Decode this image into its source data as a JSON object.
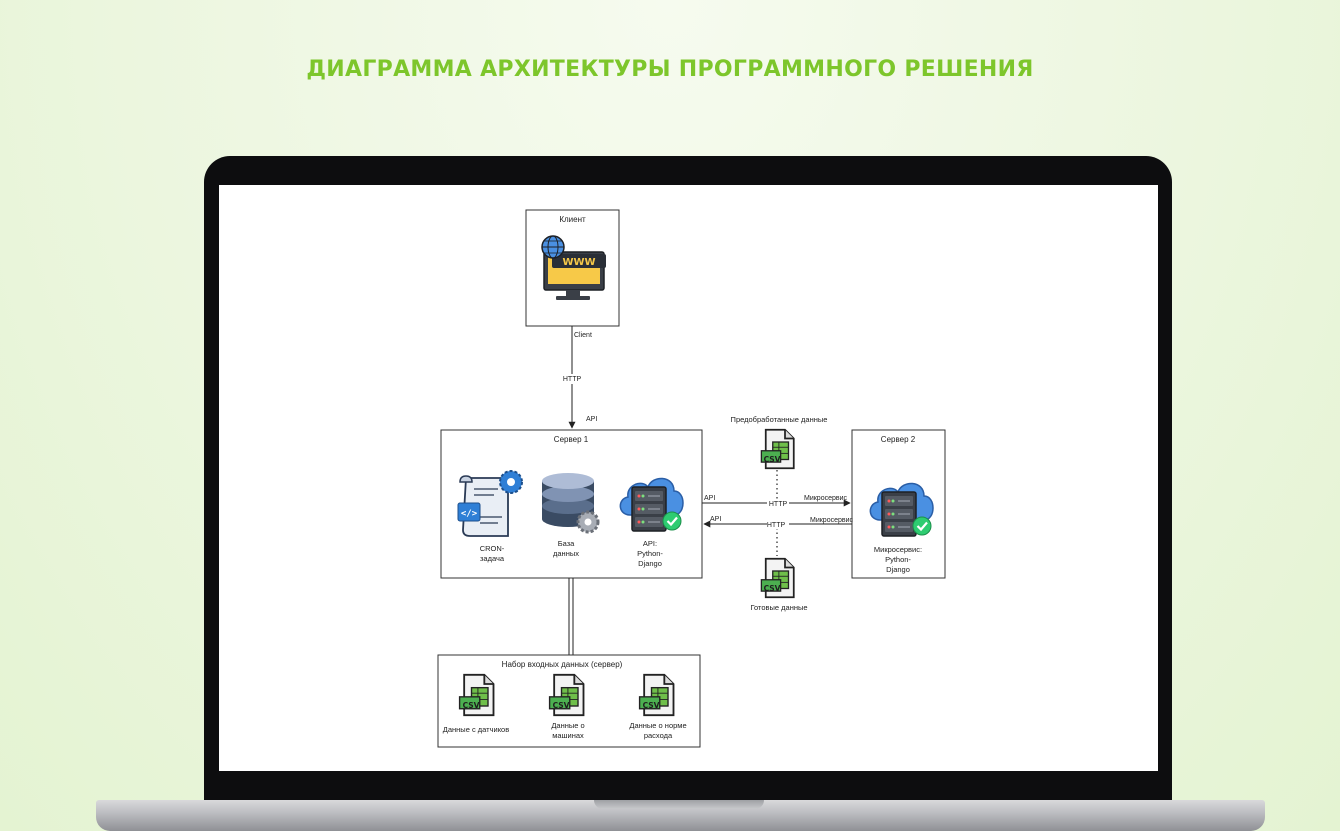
{
  "title": "ДИАГРАММА АРХИТЕКТУРЫ ПРОГРАММНОГО РЕШЕНИЯ",
  "diagram": {
    "client": {
      "title": "Клиент"
    },
    "client_edge": {
      "label_client": "Client",
      "label_http": "HTTP",
      "label_api": "API"
    },
    "server1": {
      "title": "Сервер 1",
      "cron_line1": "CRON-",
      "cron_line2": "задача",
      "db_line1": "База",
      "db_line2": "данных",
      "api_line1": "API:",
      "api_line2": "Python-",
      "api_line3": "Django"
    },
    "server2": {
      "title": "Сервер 2",
      "ms_line1": "Микросервис:",
      "ms_line2": "Python-",
      "ms_line3": "Django"
    },
    "edges": {
      "top_api": "API",
      "top_http": "HTTP",
      "top_ms": "Микросервис",
      "bottom_api": "API",
      "bottom_http": "HTTP",
      "bottom_ms": "Микросервис"
    },
    "preprocessed_label": "Предобработанные данные",
    "ready_label": "Готовые данные",
    "input_set": {
      "title": "Набор входных данных (сервер)",
      "sensors_label": "Данные с датчиков",
      "machines_line1": "Данные о",
      "machines_line2": "машинах",
      "norm_line1": "Данные о норме",
      "norm_line2": "расхода"
    },
    "csv_badge": "CSV",
    "www_badge": "WWW"
  },
  "colors": {
    "title_green": "#7dc62b",
    "csv_green": "#4caf50",
    "cloud_blue": "#4a90e2",
    "check_green": "#2ecc71"
  }
}
